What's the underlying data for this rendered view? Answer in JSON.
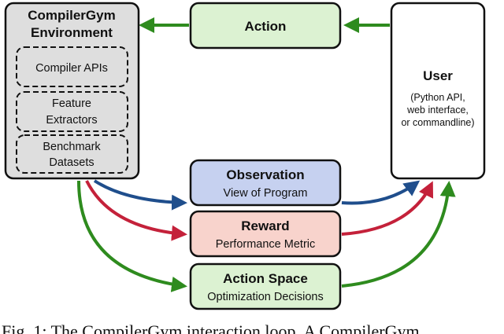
{
  "environment": {
    "title_line1": "CompilerGym",
    "title_line2": "Environment",
    "components": [
      {
        "lines": [
          "Compiler APIs"
        ]
      },
      {
        "lines": [
          "Feature",
          "Extractors"
        ]
      },
      {
        "lines": [
          "Benchmark",
          "Datasets"
        ]
      }
    ]
  },
  "action": {
    "label": "Action"
  },
  "user": {
    "title": "User",
    "detail_line1": "(Python API,",
    "detail_line2": "web interface,",
    "detail_line3": "or commandline)"
  },
  "observation": {
    "title": "Observation",
    "subtitle": "View of Program"
  },
  "reward": {
    "title": "Reward",
    "subtitle": "Performance Metric"
  },
  "action_space": {
    "title": "Action Space",
    "subtitle": "Optimization Decisions"
  },
  "caption": {
    "text": "Fig. 1: The CompilerGym interaction loop. A CompilerGym"
  },
  "colors": {
    "green_arrow": "#2e8b1e",
    "blue_arrow": "#1f4e8c",
    "red_arrow": "#c4213a",
    "env_fill": "#dedede",
    "action_fill": "#dcf2d2",
    "observation_fill": "#c6d1f0",
    "reward_fill": "#f8d3cc",
    "action_space_fill": "#dcf2d2"
  }
}
